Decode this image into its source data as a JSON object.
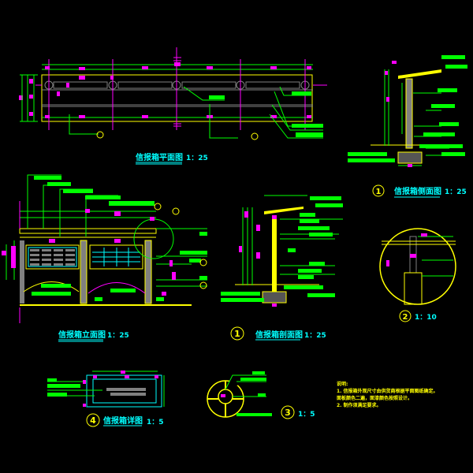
{
  "colors": {
    "background": "#000000",
    "green": "#00ff00",
    "yellow": "#ffff00",
    "magenta": "#ff00ff",
    "cyan": "#00ffff",
    "gray": "#808080"
  },
  "views": {
    "plan": {
      "title": "信报箱平面图",
      "scale": "1：25"
    },
    "elevation": {
      "title": "信报箱立面图",
      "scale": "1：25"
    },
    "section": {
      "number": "1",
      "title": "信报箱剖面图",
      "scale": "1：25"
    },
    "side": {
      "number": "1",
      "title": "信报箱侧面图",
      "scale": "1：25"
    },
    "detail2": {
      "number": "2",
      "scale": "1：10"
    },
    "detail4": {
      "number": "4",
      "title": "信报箱详图",
      "scale": "1：5"
    },
    "detail3": {
      "number": "3",
      "scale": "1：5"
    }
  },
  "notes": {
    "heading": "说明:",
    "lines": [
      "1. 信报箱外观尺寸由供货商根据平面图纸确定。",
      "   面板颜色二遍，面漆颜色按照设计。",
      "2. 制作须满足要求。"
    ]
  }
}
